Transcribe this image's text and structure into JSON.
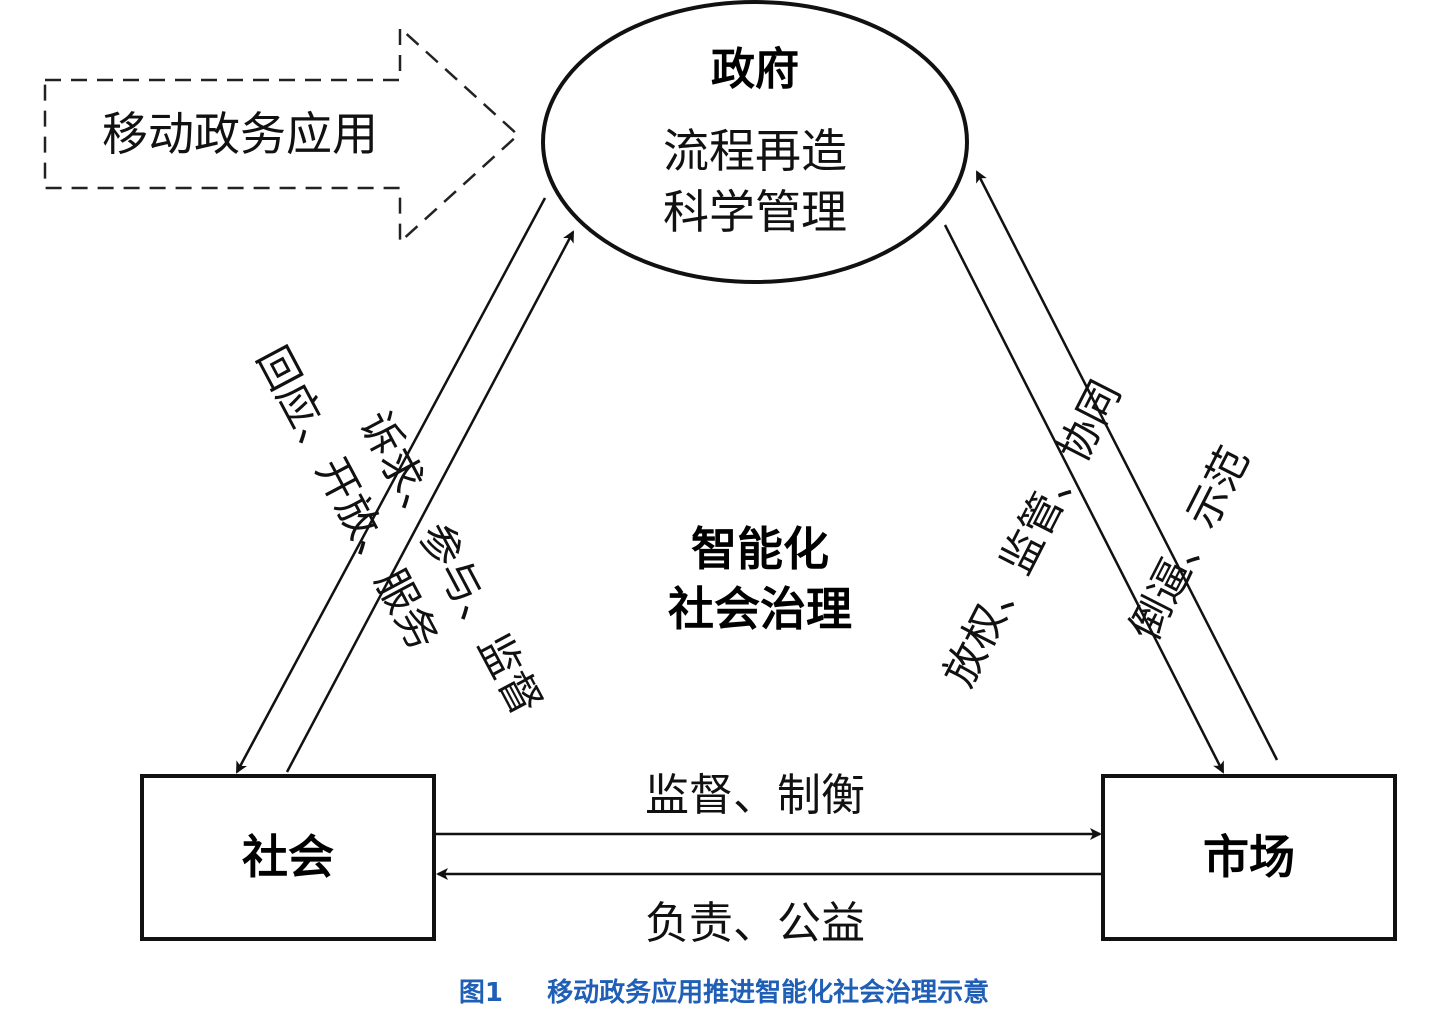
{
  "banner": {
    "label": "移动政务应用"
  },
  "government": {
    "title": "政府",
    "line1": "流程再造",
    "line2": "科学管理"
  },
  "center": {
    "line1": "智能化",
    "line2": "社会治理"
  },
  "society": {
    "label": "社会"
  },
  "market": {
    "label": "市场"
  },
  "edges": {
    "gov_to_society": "回应、开放、服务",
    "society_to_gov": "诉求、参与、监督",
    "gov_to_market": "放权、监管、协同",
    "market_to_gov": "倒逼、示范",
    "society_to_market": "监督、制衡",
    "market_to_society": "负责、公益"
  },
  "caption": {
    "figure_no": "图1",
    "text": "移动政务应用推进智能化社会治理示意",
    "color": "#1f5fb5"
  }
}
